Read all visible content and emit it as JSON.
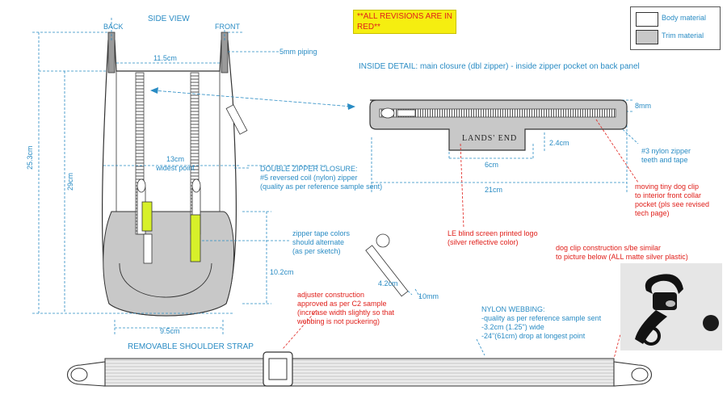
{
  "revision_banner": "**ALL REVISIONS ARE IN RED**",
  "legend": {
    "body": "Body material",
    "trim": "Trim material",
    "body_color": "#ffffff",
    "trim_color": "#c8c8c8"
  },
  "side_view": {
    "title": "SIDE VIEW",
    "back": "BACK",
    "front": "FRONT"
  },
  "labels": {
    "piping": "5mm piping",
    "inside_detail": "INSIDE DETAIL: main closure (dbl zipper) - inside zipper pocket on back panel",
    "dbl_zipper": "DOUBLE ZIPPER CLOSURE:\n#5 reversed coil (nylon) zipper\n(quality as per reference sample sent)",
    "zipper_tape": "zipper tape colors\nshould alternate\n(as per sketch)",
    "nylon_zipper": "#3 nylon zipper\nteeth and tape",
    "blind_logo": "LE blind screen printed logo\n(silver reflective color)",
    "dog_clip_move": "moving tiny dog clip\nto interior front collar\npocket (pls see revised\ntech page)",
    "dog_clip_construction": "dog clip construction s/be similar\nto picture below (ALL matte silver plastic)",
    "adjuster": "adjuster construction\napproved as per C2 sample\n(increase width slightly so that\nwebbing is not puckering)",
    "webbing": "NYLON WEBBING:\n-quality as per reference sample sent\n-3.2cm (1.25\") wide\n-24\"(61cm) drop at longest point",
    "strap_title": "REMOVABLE SHOULDER STRAP",
    "brand": "LANDS' END"
  },
  "dims": {
    "top_width": "11.5cm",
    "widest": "13cm\nwidest point",
    "h_outer": "25.3cm",
    "h_inner": "29cm",
    "trim_h": "10.2cm",
    "base_w": "9.5cm",
    "pocket_h": "8mm",
    "tab_h": "2.4cm",
    "tab_w": "6cm",
    "pocket_w": "21cm",
    "pull_w": "4.2cm",
    "pull_tip": "10mm"
  }
}
